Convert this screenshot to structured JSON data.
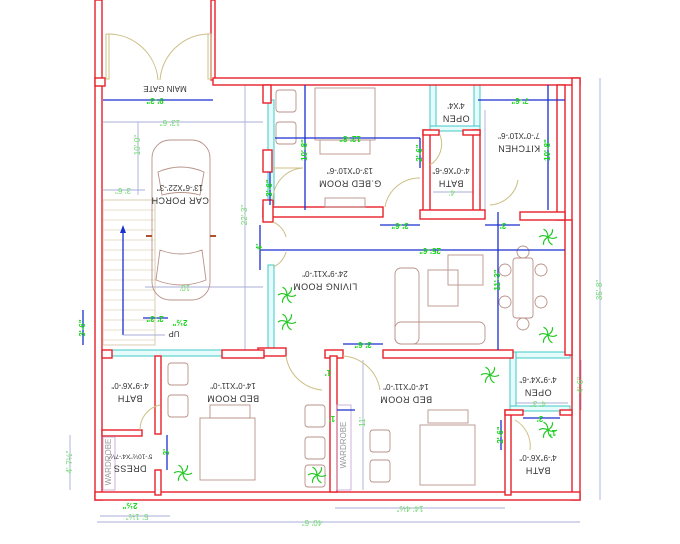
{
  "colors": {
    "wall": "#e8202a",
    "dimension_line": "#1a2fd0",
    "dimension_text": "#19d419",
    "window": "#40c8c8",
    "door": "#cdbf86",
    "furniture": "#b89288"
  },
  "rooms": {
    "main_gate": {
      "name": "MAIN GATE"
    },
    "car_porch": {
      "name": "CAR PORCH",
      "size": "13'-6\"X22'-3\""
    },
    "guest_bed": {
      "name": "G.BED ROOM",
      "size": "13'-0\"X10'-6\""
    },
    "open_top": {
      "name": "OPEN",
      "size": "4'X4'"
    },
    "bath_top": {
      "name": "BATH",
      "size": "4'-0\"X6'-6\""
    },
    "kitchen": {
      "name": "KITCHEN",
      "size": "7'-0\"X10'-6\""
    },
    "living": {
      "name": "LIVING ROOM",
      "size": "24'-9\"X11'-0\""
    },
    "bath_left": {
      "name": "BATH",
      "size": "4'-9\"X6'-0\""
    },
    "bed_left": {
      "name": "BED ROOM",
      "size": "14'-0\"X11'-0\""
    },
    "bed_right": {
      "name": "BED ROOM",
      "size": "14'-0\"X11'-0\""
    },
    "open_bottom": {
      "name": "OPEN",
      "size": "4'-9\"X4'-6\""
    },
    "bath_right": {
      "name": "BATH",
      "size": "4'-9\"X6'-0\""
    },
    "dress": {
      "name": "DRESS",
      "size": "5'-10½\"X4'-7½\""
    },
    "wardrobe_left": {
      "name": "WARDROBE"
    },
    "wardrobe_right": {
      "name": "WARDROBE"
    },
    "stairs": {
      "name": "UP"
    }
  },
  "dims": [
    "9'-3\"",
    "13'-6\"",
    "10'-0\"",
    "3'-6\"",
    "22'-3\"",
    "4'",
    "10'",
    "2'-3\"",
    "2½\"",
    "3'-6\"",
    "12'-8\"",
    "10'-8\"",
    "3'-6\"",
    "2'-6\"",
    "7'-6\"",
    "10'-8\"",
    "4'",
    "3'-6\"",
    "3'",
    "25'-6\"",
    "11'-3\"",
    "35'-8\"",
    "3'-6\"",
    "1'",
    "5'-1½\"",
    "2½\"",
    "3'",
    "4'-7½\"",
    "1'",
    "11'",
    "14'-4½\"",
    "40'-6\"",
    "4'-6\"",
    "4'-3\"",
    "3'",
    "2'-6\"",
    "1'"
  ]
}
